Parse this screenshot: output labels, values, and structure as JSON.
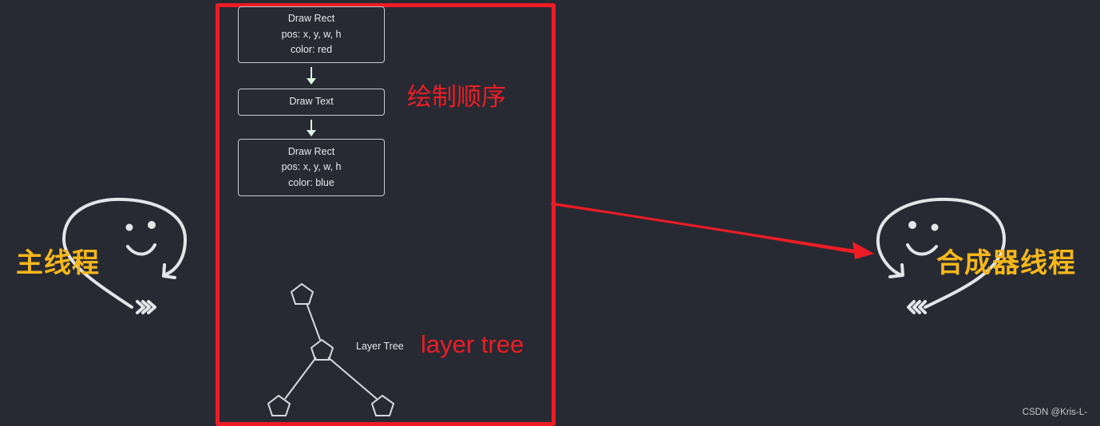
{
  "paint_order": {
    "annotation": "绘制顺序",
    "steps": [
      {
        "title": "Draw Rect",
        "pos": "pos: x, y, w, h",
        "color": "color: red"
      },
      {
        "title": "Draw Text"
      },
      {
        "title": "Draw Rect",
        "pos": "pos: x, y, w, h",
        "color": "color: blue"
      }
    ]
  },
  "layer_tree": {
    "label": "Layer Tree",
    "annotation": "layer tree",
    "nodes": [
      "root",
      "middle",
      "left-leaf",
      "right-leaf"
    ]
  },
  "threads": {
    "main": "主线程",
    "compositor": "合成器线程"
  },
  "colors": {
    "background": "#272a33",
    "annotation_red": "#ee1c25",
    "thread_label": "#f6b71a",
    "diagram_stroke": "#d8d9dd"
  },
  "watermark": "CSDN @Kris-L-"
}
